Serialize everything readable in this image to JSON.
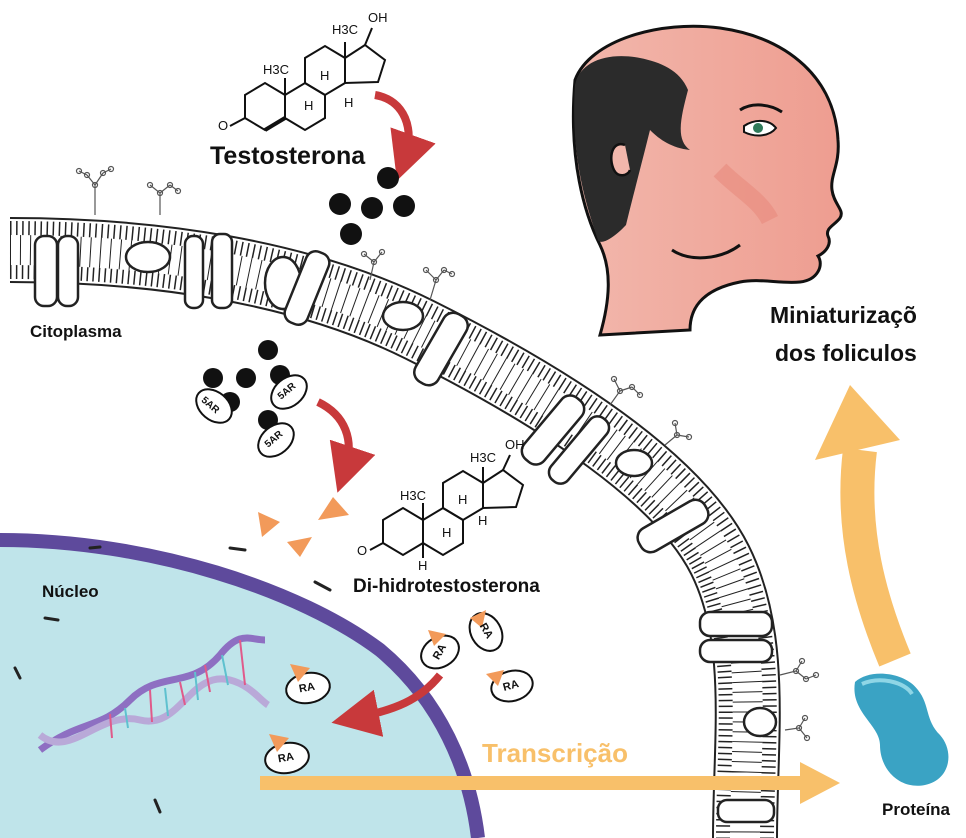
{
  "labels": {
    "testosterone": "Testosterona",
    "cytoplasm": "Citoplasma",
    "nucleus": "Núcleo",
    "dht": "Di-hidrotestosterona",
    "transcription": "Transcrição",
    "protein": "Proteína",
    "miniaturization_line1": "Miniaturizaçõ",
    "miniaturization_line2": "dos foliculos"
  },
  "chem_labels": {
    "methyl_a": "H3C",
    "hydroxyl": "OH",
    "ketone": "O",
    "h": "H"
  },
  "enzyme_label": "5AR",
  "receptor_label": "RA",
  "colors": {
    "red_arrow": "#c8393b",
    "orange_arrow": "#f8c06a",
    "dht_triangle": "#f29a5a",
    "nucleus_fill": "#bfe4ea",
    "nuclear_envelope": "#5e4a9c",
    "protein": "#3aa3c4",
    "skin": "#f0a79b",
    "hair": "#2b2b2b"
  }
}
